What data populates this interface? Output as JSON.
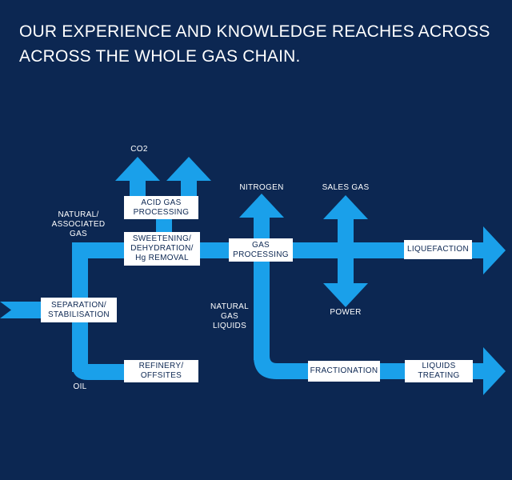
{
  "headline": {
    "line1": "OUR EXPERIENCE AND KNOWLEDGE REACHES ACROSS",
    "line2": "ACROSS THE WHOLE GAS CHAIN."
  },
  "colors": {
    "background": "#0c2752",
    "flow": "#1aa0ea",
    "box": "#ffffff",
    "box_text": "#0c2752"
  },
  "nodes": {
    "separation": "SEPARATION/\nSTABILISATION",
    "acid_gas": "ACID GAS\nPROCESSING",
    "sweetening": "SWEETENING/\nDEHYDRATION/\nHg REMOVAL",
    "gas_processing": "GAS\nPROCESSING",
    "liquefaction": "LIQUEFACTION",
    "refinery": "REFINERY/\nOFFSITES",
    "fractionation": "FRACTIONATION",
    "liquids_treating": "LIQUIDS\nTREATING"
  },
  "labels": {
    "co2": "CO2",
    "nitrogen": "NITROGEN",
    "sales_gas": "SALES GAS",
    "power": "POWER",
    "natural_associated_gas": "NATURAL/\nASSOCIATED\nGAS",
    "natural_gas_liquids": "NATURAL\nGAS\nLIQUIDS",
    "oil": "OIL"
  }
}
